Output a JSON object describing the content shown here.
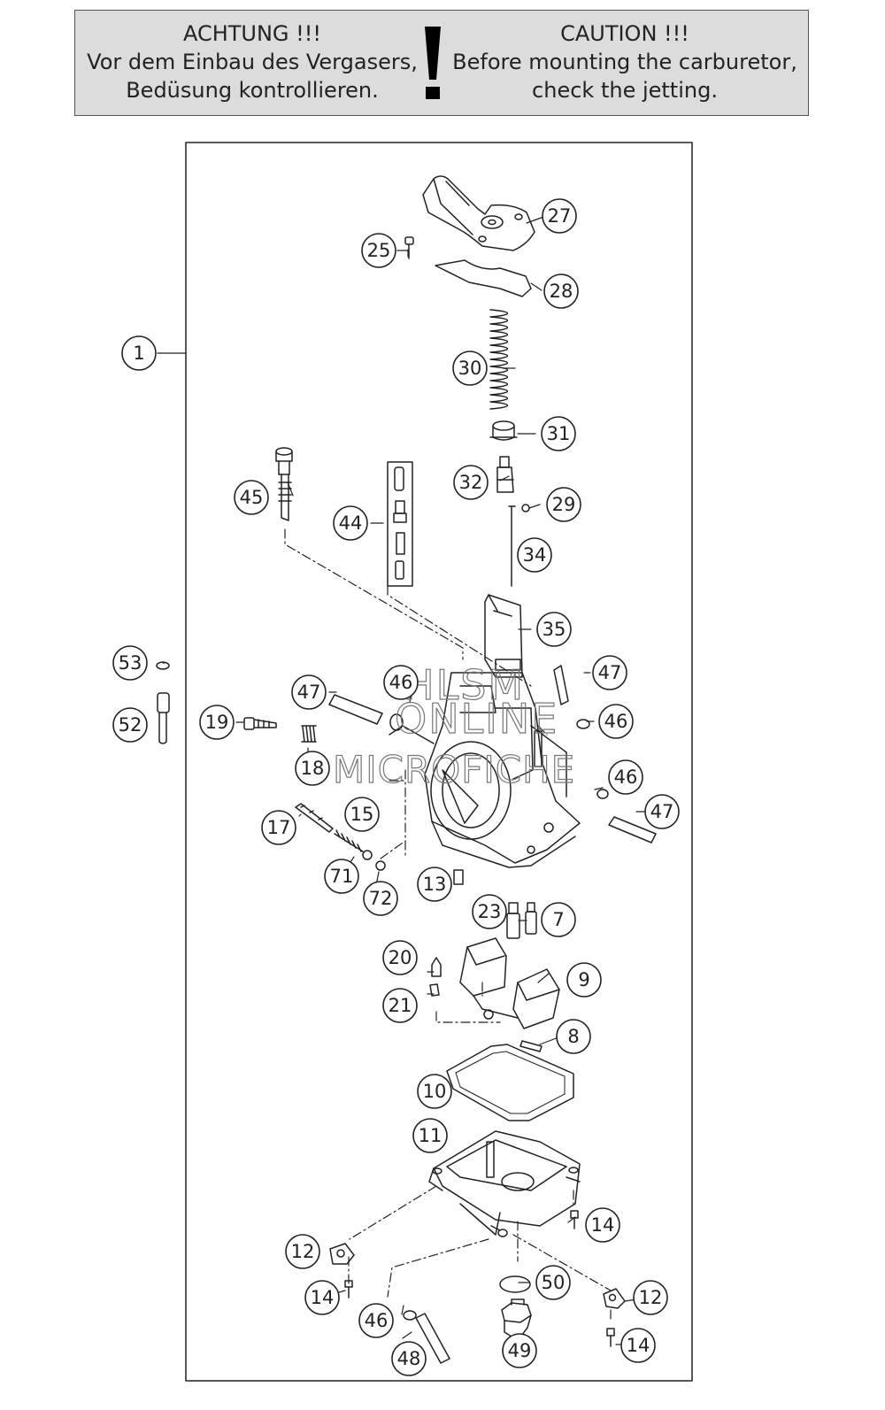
{
  "warning": {
    "german": {
      "title": "ACHTUNG !!!",
      "line1": "Vor dem Einbau des Vergasers,",
      "line2": "Bedüsung kontrollieren."
    },
    "english": {
      "title": "CAUTION !!!",
      "line1": "Before mounting the carburetor,",
      "line2": "check the jetting."
    }
  },
  "watermark": {
    "line1": "HLSM",
    "line2": "ONLINE",
    "line3": "MICROFICHE"
  },
  "callouts": {
    "c1": "1",
    "c7": "7",
    "c8": "8",
    "c9": "9",
    "c10": "10",
    "c11": "11",
    "c12a": "12",
    "c12b": "12",
    "c13": "13",
    "c14a": "14",
    "c14b": "14",
    "c14c": "14",
    "c15": "15",
    "c17": "17",
    "c18": "18",
    "c19": "19",
    "c20": "20",
    "c21": "21",
    "c23": "23",
    "c25": "25",
    "c27": "27",
    "c28": "28",
    "c29": "29",
    "c30": "30",
    "c31": "31",
    "c32": "32",
    "c34": "34",
    "c35": "35",
    "c44": "44",
    "c45": "45",
    "c46a": "46",
    "c46b": "46",
    "c46c": "46",
    "c46d": "46",
    "c47a": "47",
    "c47b": "47",
    "c47c": "47",
    "c48": "48",
    "c49": "49",
    "c50": "50",
    "c52": "52",
    "c53": "53",
    "c71": "71",
    "c72": "72"
  },
  "colors": {
    "warning_bg": "#dcdcdc",
    "line": "#222222",
    "watermark": "#777777"
  }
}
